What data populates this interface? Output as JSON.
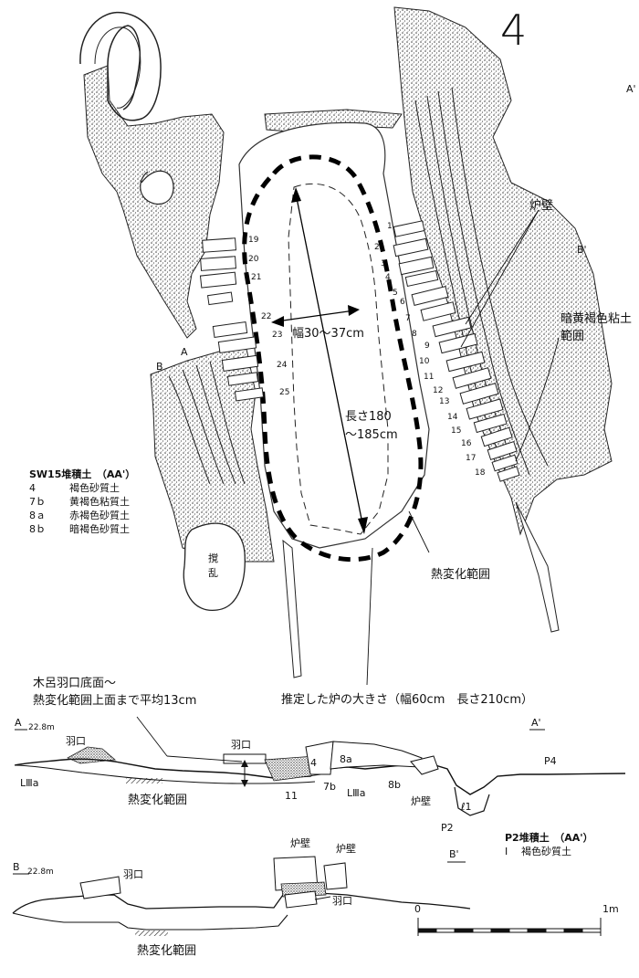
{
  "north_mark": "4",
  "plan": {
    "width_label": "幅30～37cm",
    "length_label_1": "長さ180",
    "length_label_2": "～185cm",
    "furnace_wall": "炉壁",
    "clay_range_1": "暗黄褐色粘土",
    "clay_range_2": "範囲",
    "heat_range": "熱変化範囲",
    "disturbed_1": "撹",
    "disturbed_2": "乱",
    "estimated_size": "推定した炉の大きさ（幅60cm　長さ210cm）",
    "point_A": "A",
    "point_A_prime": "A'",
    "point_B": "B",
    "point_B_prime": "B'",
    "left_numbers": [
      "19",
      "20",
      "21",
      "22",
      "23",
      "24",
      "25"
    ],
    "right_numbers": [
      "1",
      "2",
      "3",
      "4",
      "5",
      "6",
      "7",
      "8",
      "9",
      "10",
      "11",
      "12",
      "13",
      "14",
      "15",
      "16",
      "17",
      "18"
    ]
  },
  "sw15_legend": {
    "title": "SW15堆積土　（AA'）",
    "rows": [
      {
        "code": "4",
        "desc": "褐色砂質土"
      },
      {
        "code": "7ｂ",
        "desc": "黄褐色粘質土"
      },
      {
        "code": "8ａ",
        "desc": "赤褐色砂質土"
      },
      {
        "code": "8ｂ",
        "desc": "暗褐色砂質土"
      }
    ]
  },
  "section_aa": {
    "note_1": "木呂羽口底面～",
    "note_2": "熱変化範囲上面まで平均13cm",
    "A": "A",
    "A_elev": "22.8m",
    "A_prime": "A'",
    "tuyere_1": "羽口",
    "tuyere_2": "羽口",
    "layer_LIIIa_1": "LⅢa",
    "layer_LIIIa_2": "LⅢa",
    "layer_4": "4",
    "layer_8a": "8a",
    "layer_8b": "8b",
    "layer_7b": "7b",
    "layer_11": "11",
    "wall": "炉壁",
    "P4": "P4",
    "P2": "P2",
    "l1": "ℓ1",
    "heat": "熱変化範囲"
  },
  "p2_legend": {
    "title": "P2堆積土　（AA'）",
    "row_code": "Ⅰ",
    "row_desc": "褐色砂質土"
  },
  "section_bb": {
    "B": "B",
    "B_elev": "22.8m",
    "B_prime": "B'",
    "tuyere_1": "羽口",
    "tuyere_2": "羽口",
    "wall_1": "炉壁",
    "wall_2": "炉壁",
    "heat": "熱変化範囲"
  },
  "scale": {
    "zero": "0",
    "one": "1m"
  }
}
